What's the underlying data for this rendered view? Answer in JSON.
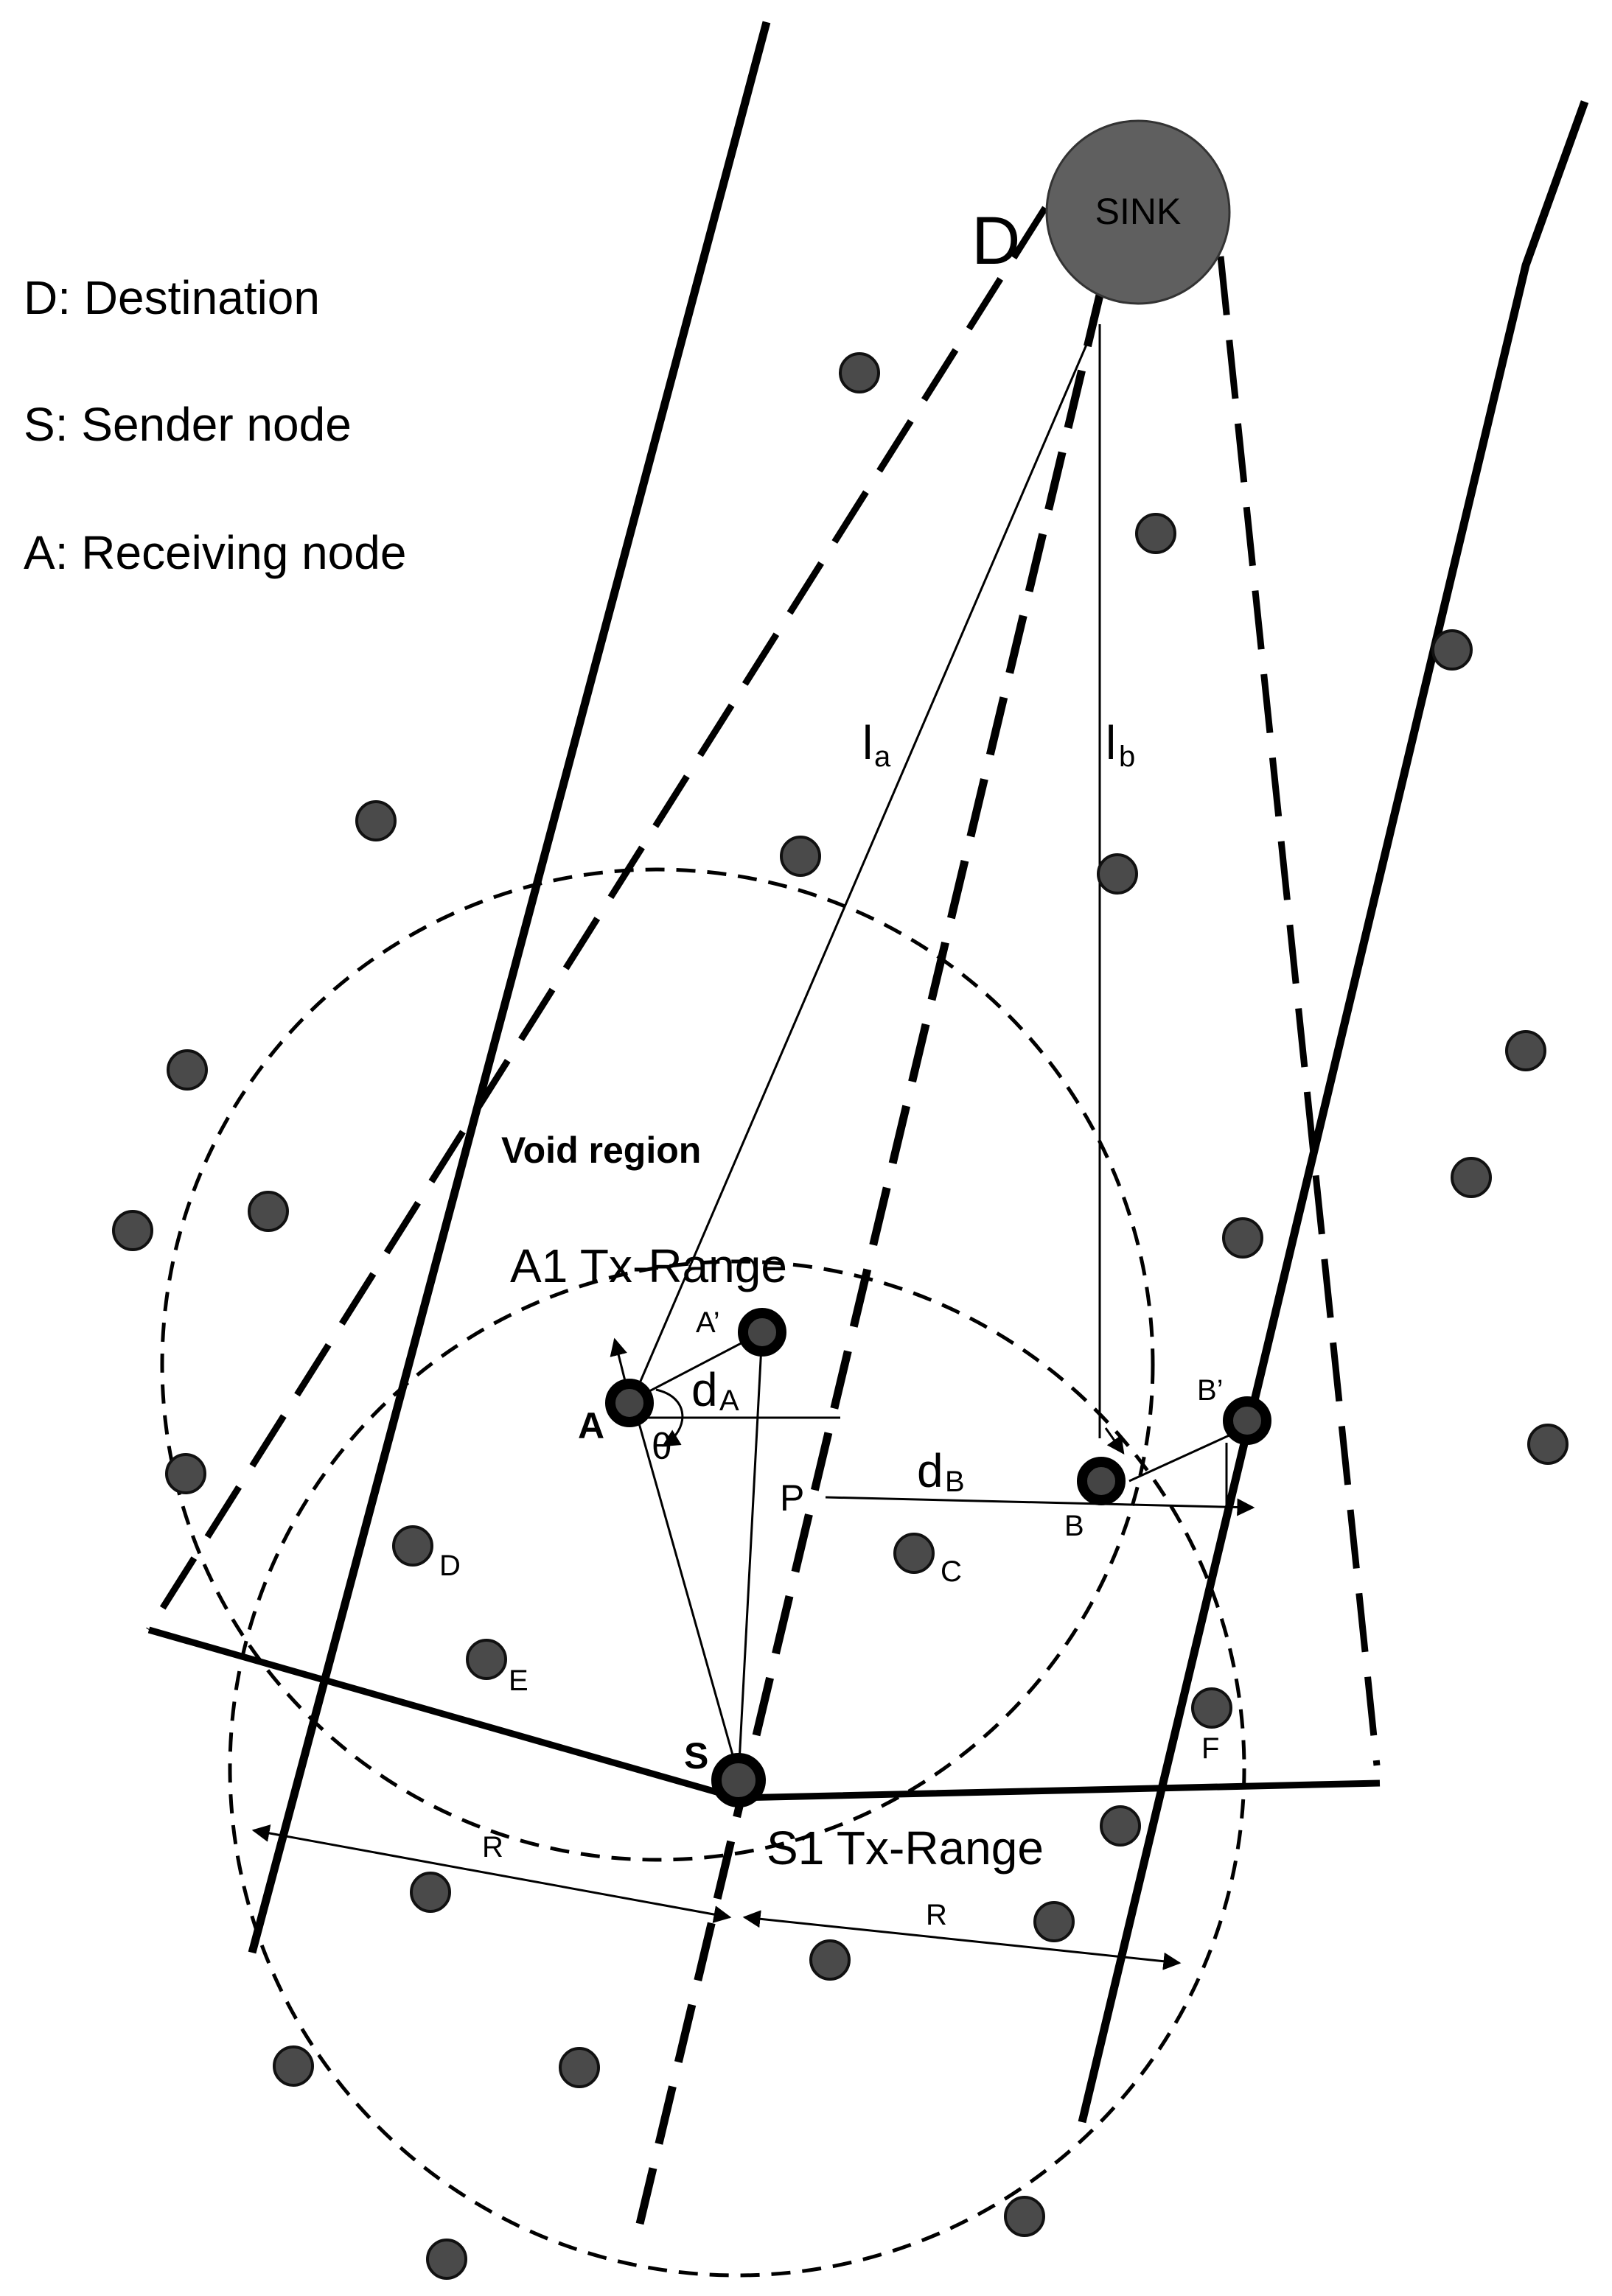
{
  "legend": [
    "D: Destination",
    "S: Sender node",
    "A: Receiving node"
  ],
  "sink": {
    "label": "SINK",
    "tag": "D"
  },
  "labels": {
    "void_region": "Void region",
    "a1_range": "A1 Tx-Range",
    "s1_range": "S1 Tx-Range",
    "la": "l",
    "la_sub": "a",
    "lb": "l",
    "lb_sub": "b",
    "dA": "d",
    "dA_sub": "A",
    "dB": "d",
    "dB_sub": "B",
    "theta": "θ",
    "P": "P",
    "R_left": "R",
    "R_right": "R"
  },
  "key_nodes": {
    "A": "A",
    "A_prime": "A’",
    "B": "B",
    "B_prime": "B’",
    "S": "S"
  },
  "labeled_nodes": {
    "C": "C",
    "D": "D",
    "E": "E",
    "F": "F"
  },
  "colors": {
    "node_fill": "#4a4a4a",
    "sink_fill": "#5f5f5f",
    "line": "#000000"
  }
}
